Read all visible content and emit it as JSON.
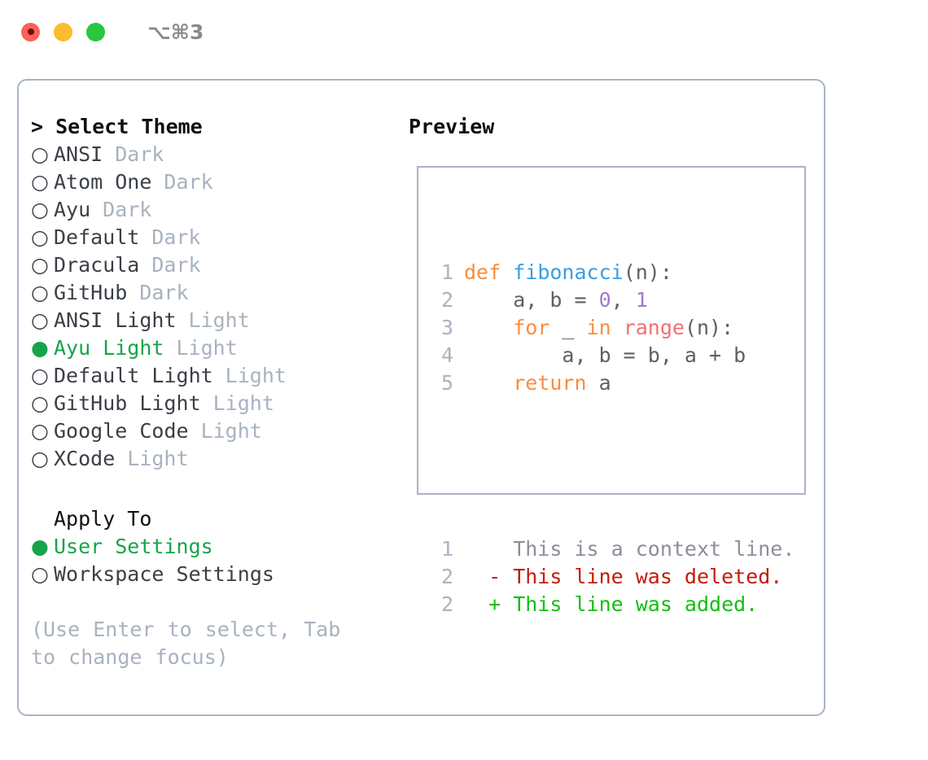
{
  "titlebar": {
    "shortcut": "⌥⌘3",
    "lights": [
      {
        "name": "close",
        "color": "#fc6158"
      },
      {
        "name": "minimize",
        "color": "#fdbc2e"
      },
      {
        "name": "maximize",
        "color": "#28c83f"
      }
    ]
  },
  "theme_section": {
    "header": "> Select Theme",
    "items": [
      {
        "marker": "○",
        "label": "ANSI",
        "kind": "Dark",
        "selected": false
      },
      {
        "marker": "○",
        "label": "Atom One",
        "kind": "Dark",
        "selected": false
      },
      {
        "marker": "○",
        "label": "Ayu",
        "kind": "Dark",
        "selected": false
      },
      {
        "marker": "○",
        "label": "Default",
        "kind": "Dark",
        "selected": false
      },
      {
        "marker": "○",
        "label": "Dracula",
        "kind": "Dark",
        "selected": false
      },
      {
        "marker": "○",
        "label": "GitHub",
        "kind": "Dark",
        "selected": false
      },
      {
        "marker": "○",
        "label": "ANSI Light",
        "kind": "Light",
        "selected": false
      },
      {
        "marker": "●",
        "label": "Ayu Light",
        "kind": "Light",
        "selected": true
      },
      {
        "marker": "○",
        "label": "Default Light",
        "kind": "Light",
        "selected": false
      },
      {
        "marker": "○",
        "label": "GitHub Light",
        "kind": "Light",
        "selected": false
      },
      {
        "marker": "○",
        "label": "Google Code",
        "kind": "Light",
        "selected": false
      },
      {
        "marker": "○",
        "label": "XCode",
        "kind": "Light",
        "selected": false
      }
    ]
  },
  "apply_section": {
    "header": "Apply To",
    "items": [
      {
        "marker": "●",
        "label": "User Settings",
        "selected": true
      },
      {
        "marker": "○",
        "label": "Workspace Settings",
        "selected": false
      }
    ]
  },
  "hint": "(Use Enter to select, Tab to change focus)",
  "preview": {
    "header": "Preview",
    "code_lines": [
      {
        "lineno": "1",
        "tokens": [
          {
            "t": "def ",
            "c": "kw"
          },
          {
            "t": "fibonacci",
            "c": "fn"
          },
          {
            "t": "(n):",
            "c": "pun"
          }
        ]
      },
      {
        "lineno": "2",
        "tokens": [
          {
            "t": "    a, b = ",
            "c": "var"
          },
          {
            "t": "0",
            "c": "num"
          },
          {
            "t": ", ",
            "c": "pun"
          },
          {
            "t": "1",
            "c": "num"
          }
        ]
      },
      {
        "lineno": "3",
        "tokens": [
          {
            "t": "    for ",
            "c": "kw"
          },
          {
            "t": "_ ",
            "c": "var"
          },
          {
            "t": "in ",
            "c": "kw"
          },
          {
            "t": "range",
            "c": "call"
          },
          {
            "t": "(n):",
            "c": "pun"
          }
        ]
      },
      {
        "lineno": "4",
        "tokens": [
          {
            "t": "        a, b = b, a + b",
            "c": "var"
          }
        ]
      },
      {
        "lineno": "5",
        "tokens": [
          {
            "t": "    return ",
            "c": "kw"
          },
          {
            "t": "a",
            "c": "var"
          }
        ]
      }
    ],
    "diff_lines": [
      {
        "lineno": "1",
        "sign": " ",
        "text": "This is a context line.",
        "kind": "ctx"
      },
      {
        "lineno": "2",
        "sign": "-",
        "text": "This line was deleted.",
        "kind": "del"
      },
      {
        "lineno": "2",
        "sign": "+",
        "text": "This line was added.",
        "kind": "add"
      }
    ]
  },
  "colors": {
    "accent_green": "#16a34a",
    "border": "#a9b4c4",
    "muted": "#a8b2c0",
    "text": "#3a3f47",
    "syn_keyword": "#fa8d3e",
    "syn_function": "#399ee6",
    "syn_number": "#a37acc",
    "syn_call": "#f07171",
    "diff_add": "#13bf13",
    "diff_del": "#c61a09"
  }
}
